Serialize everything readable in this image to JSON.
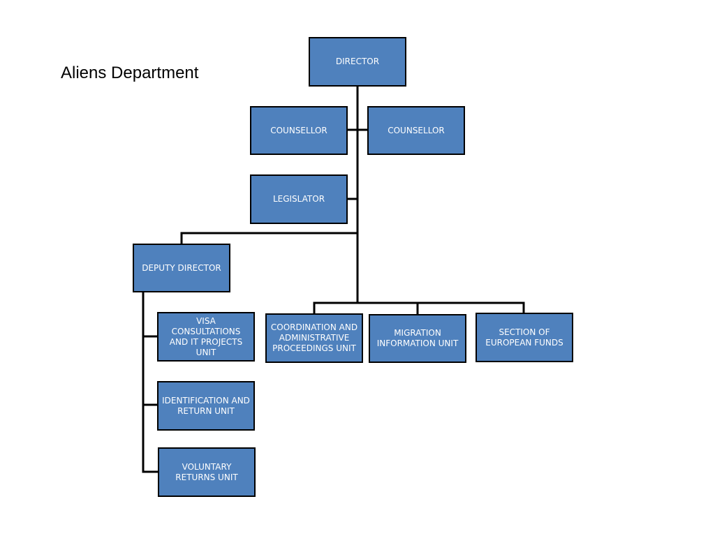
{
  "title": "Aliens Department",
  "colors": {
    "box_fill": "#4f81bd",
    "box_border": "#000000",
    "box_text": "#ffffff",
    "connector": "#000000"
  },
  "org_chart": {
    "director": "DIRECTOR",
    "counsellor_left": "COUNSELLOR",
    "counsellor_right": "COUNSELLOR",
    "legislator": "LEGISLATOR",
    "deputy_director": "DEPUTY DIRECTOR",
    "visa_unit": "VISA CONSULTATIONS AND IT PROJECTS UNIT",
    "identification_unit": "IDENTIFICATION AND RETURN UNIT",
    "voluntary_unit": "VOLUNTARY RETURNS UNIT",
    "coordination_unit": "COORDINATION AND ADMINISTRATIVE PROCEEDINGS UNIT",
    "migration_unit": "MIGRATION INFORMATION UNIT",
    "european_funds_section": "SECTION OF EUROPEAN FUNDS"
  }
}
